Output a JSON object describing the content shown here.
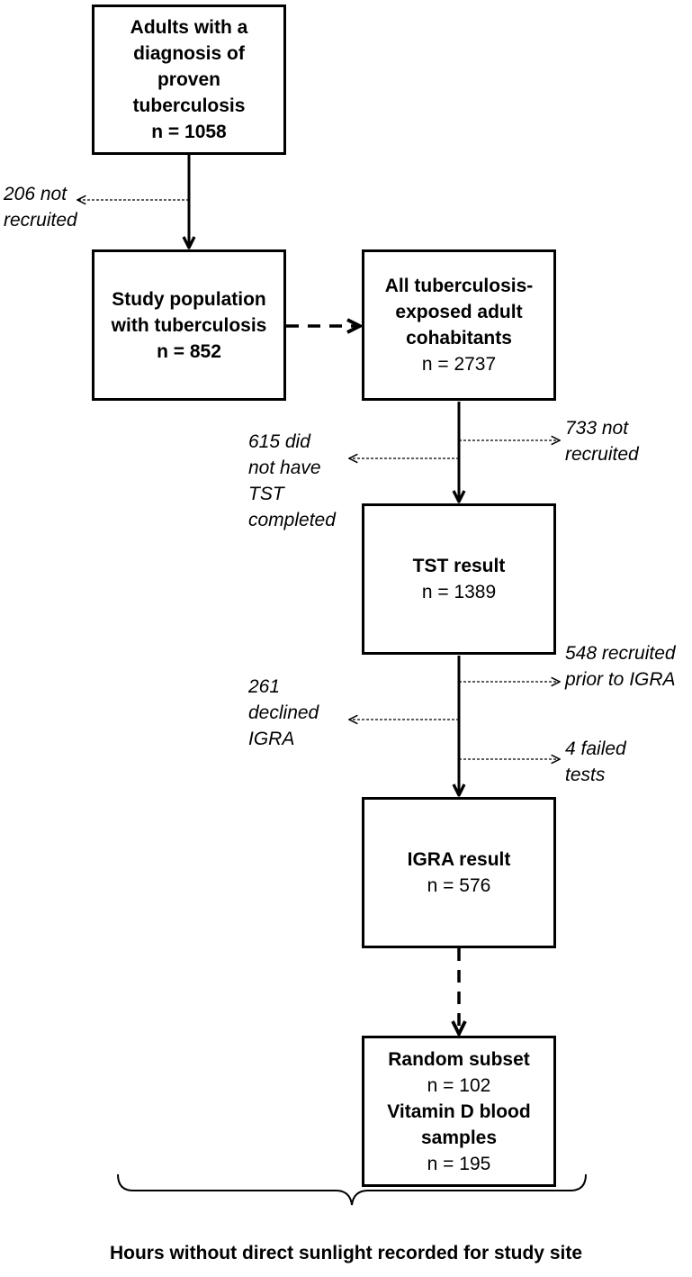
{
  "boxes": {
    "adults": {
      "title": "Adults with a diagnosis of proven tuberculosis",
      "count": "n = 1058"
    },
    "study_population": {
      "title": "Study population with tuberculosis",
      "count": "n = 852"
    },
    "cohabitants": {
      "title": "All tuberculosis-exposed adult cohabitants",
      "count": "n = 2737"
    },
    "tst": {
      "title": "TST result",
      "count": "n = 1389"
    },
    "igra": {
      "title": "IGRA result",
      "count": "n = 576"
    },
    "subset": {
      "title": "Random subset",
      "count": "n = 102",
      "title2": "Vitamin D blood samples",
      "count2": "n = 195"
    }
  },
  "exclusions": {
    "not_recruited_206": "206 not\nrecruited",
    "no_tst_615": "615 did\nnot have\nTST\ncompleted",
    "not_recruited_733": "733 not\nrecruited",
    "recruited_prior_548": "548 recruited\nprior to IGRA",
    "declined_261": "261\ndeclined\nIGRA",
    "failed_4": "4 failed\ntests"
  },
  "caption": "Hours without direct sunlight recorded for study site"
}
